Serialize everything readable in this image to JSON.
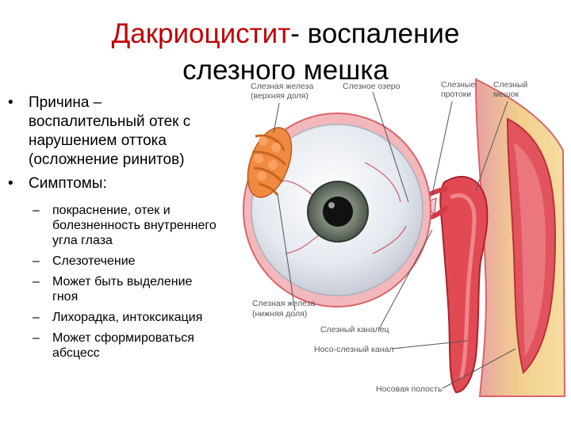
{
  "title": {
    "accent": "Дакриоцистит",
    "rest": "- воспаление",
    "line2": "слезного мешка"
  },
  "bullets": [
    {
      "mark": "•",
      "text_lines": [
        "Причина –",
        "воспалительный отек с",
        "нарушением оттока",
        "(осложнение ринитов)"
      ]
    },
    {
      "mark": "•",
      "text_lines": [
        "Симптомы:"
      ]
    }
  ],
  "symptoms": [
    {
      "mark": "–",
      "lines": [
        "покраснение, отек и",
        "болезненность внутреннего",
        "угла глаза"
      ]
    },
    {
      "mark": "–",
      "lines": [
        "Слезотечение"
      ]
    },
    {
      "mark": "–",
      "lines": [
        "Может быть выделение",
        "гноя"
      ]
    },
    {
      "mark": "–",
      "lines": [
        "Лихорадка, интоксикация"
      ]
    },
    {
      "mark": "–",
      "lines": [
        "Может сформироваться",
        "абсцесс"
      ]
    }
  ],
  "diagram_labels": {
    "gland_upper": [
      "Слезная железа",
      "(верхняя доля)"
    ],
    "lake": [
      "Слезное озеро"
    ],
    "ducts": [
      "Слезные",
      "протоки"
    ],
    "sac": [
      "Слезный",
      "мешок"
    ],
    "gland_lower": [
      "Слезная железа",
      "(нижняя доля)"
    ],
    "canaliculus": [
      "Слезный каналец"
    ],
    "nasolacrimal": [
      "Носо-слезный канал"
    ],
    "nasal_cavity": [
      "Носовая полость"
    ]
  },
  "colors": {
    "accent": "#c00000",
    "sclera": "#eceff4",
    "iris": "#6f7a70",
    "pupil": "#111111",
    "tissue": "#dd4a52",
    "gland": "#f08a40"
  }
}
